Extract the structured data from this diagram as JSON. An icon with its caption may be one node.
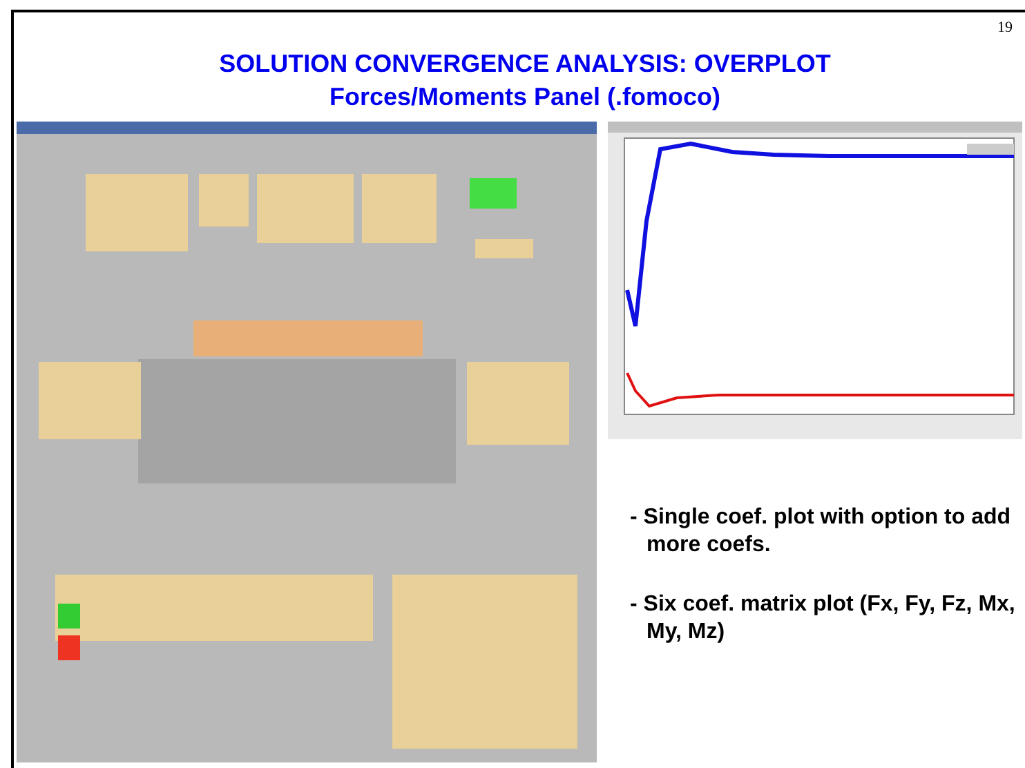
{
  "diagram": {
    "title": "SOLUTION CONVERGENCE ANALYSIS: OVERPLOT",
    "labels": [
      "19",
      "Forces/Moments Panel (.fomoco)",
      "- Single coef. plot with option to add more coefs.",
      "- Six coef. matrix plot (Fx, Fy, Fz, Mx, My, Mz)"
    ]
  }
}
